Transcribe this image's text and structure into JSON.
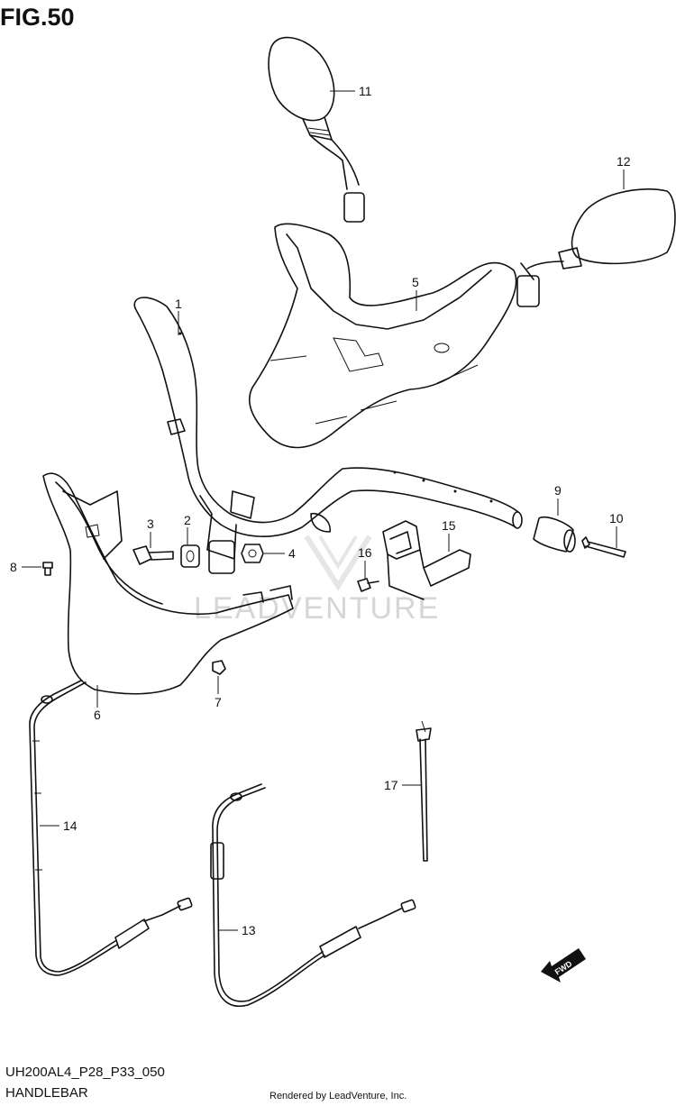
{
  "figure": {
    "title": "FIG.50",
    "diagram_code": "UH200AL4_P28_P33_050",
    "section_name": "HANDLEBAR",
    "credit": "Rendered by LeadVenture, Inc.",
    "watermark": "LEADVENTURE",
    "fwd_marker": "FWD"
  },
  "callouts": [
    {
      "id": "c1",
      "num": "1",
      "part": "handlebar"
    },
    {
      "id": "c2",
      "num": "2",
      "part": "collar"
    },
    {
      "id": "c3",
      "num": "3",
      "part": "bolt"
    },
    {
      "id": "c4",
      "num": "4",
      "part": "nut"
    },
    {
      "id": "c5",
      "num": "5",
      "part": "handlebar-cover-front"
    },
    {
      "id": "c6",
      "num": "6",
      "part": "handlebar-cover-rear"
    },
    {
      "id": "c7",
      "num": "7",
      "part": "clip"
    },
    {
      "id": "c8",
      "num": "8",
      "part": "screw"
    },
    {
      "id": "c9",
      "num": "9",
      "part": "balancer"
    },
    {
      "id": "c10",
      "num": "10",
      "part": "screw-long"
    },
    {
      "id": "c11",
      "num": "11",
      "part": "mirror-right"
    },
    {
      "id": "c12",
      "num": "12",
      "part": "mirror-left"
    },
    {
      "id": "c13",
      "num": "13",
      "part": "throttle-cable"
    },
    {
      "id": "c14",
      "num": "14",
      "part": "throttle-cable"
    },
    {
      "id": "c15",
      "num": "15",
      "part": "bracket"
    },
    {
      "id": "c16",
      "num": "16",
      "part": "bolt-small"
    },
    {
      "id": "c17",
      "num": "17",
      "part": "cable-tie"
    }
  ]
}
